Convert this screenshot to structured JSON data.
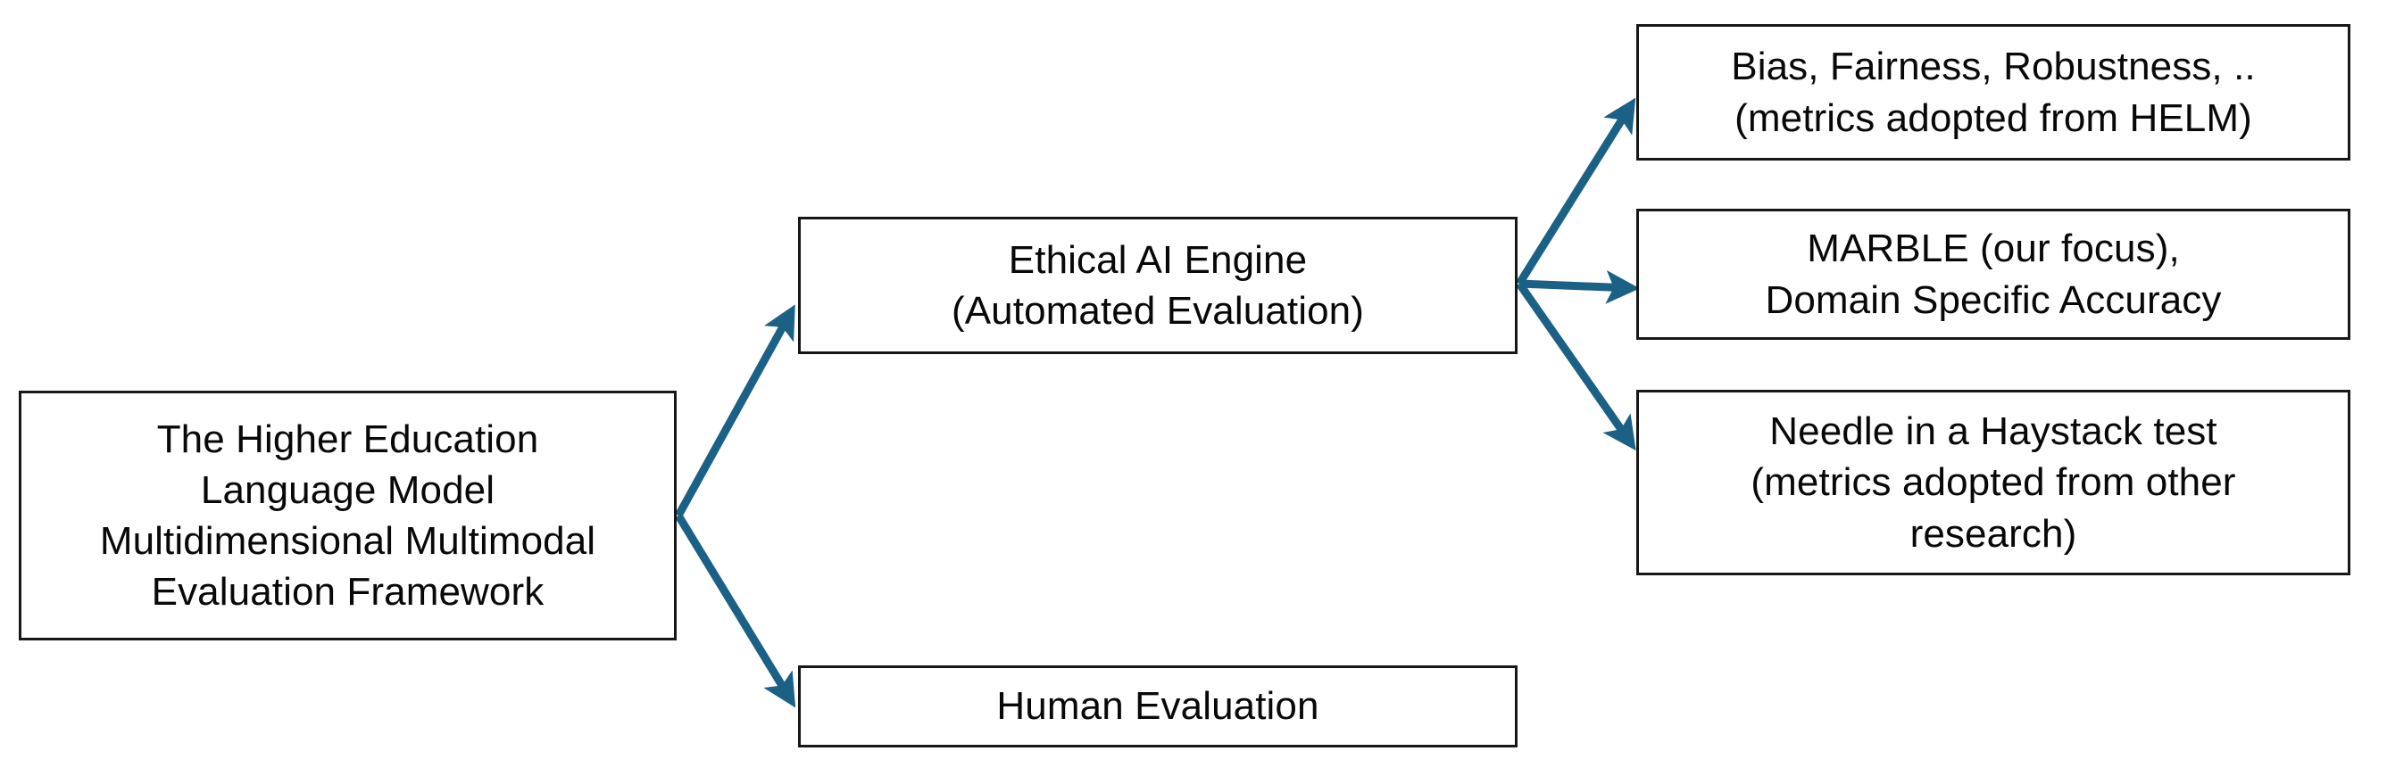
{
  "diagram": {
    "title": "The Higher Education Language Model Multidimensional Multimodal Evaluation Framework",
    "accent_color": "#1B6185",
    "border_color": "#171717",
    "text_color": "#080808",
    "background_color": "#FFFFFF",
    "nodes": {
      "framework": {
        "label": "The Higher Education\nLanguage Model\nMultidimensional Multimodal\nEvaluation Framework"
      },
      "ethical": {
        "label": "Ethical AI Engine\n(Automated Evaluation)"
      },
      "human": {
        "label": "Human Evaluation"
      },
      "bias": {
        "label": "Bias, Fairness, Robustness, ..\n(metrics adopted from HELM)"
      },
      "marble": {
        "label": "MARBLE (our focus),\nDomain Specific Accuracy"
      },
      "needle": {
        "label": "Needle in a Haystack test\n(metrics adopted from other\nresearch)"
      }
    },
    "edges": [
      {
        "name": "framework-to-ethical",
        "from": "framework",
        "to": "ethical"
      },
      {
        "name": "framework-to-human",
        "from": "framework",
        "to": "human"
      },
      {
        "name": "ethical-to-bias",
        "from": "ethical",
        "to": "bias"
      },
      {
        "name": "ethical-to-marble",
        "from": "ethical",
        "to": "marble"
      },
      {
        "name": "ethical-to-needle",
        "from": "ethical",
        "to": "needle"
      }
    ]
  }
}
